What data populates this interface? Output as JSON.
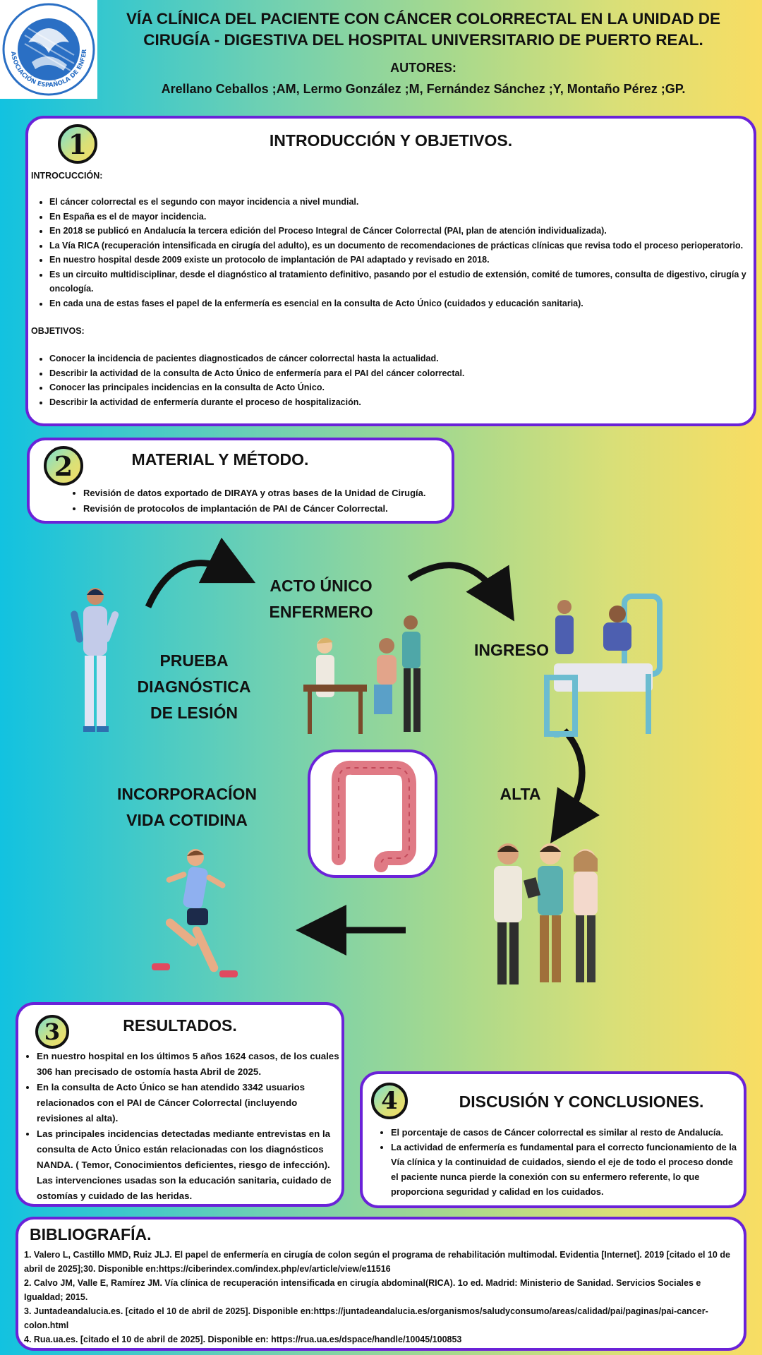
{
  "header": {
    "logo_text": "ASOCIACIÓN ESPAÑOLA DE ENFERMERÍA QUIRÚRGICA",
    "title": "VÍA CLÍNICA DEL PACIENTE CON CÁNCER COLORRECTAL EN LA UNIDAD DE CIRUGÍA - DIGESTIVA DEL HOSPITAL UNIVERSITARIO DE PUERTO REAL.",
    "authors_label": "AUTORES:",
    "authors": "Arellano Ceballos ;AM, Lermo González ;M, Fernández Sánchez ;Y, Montaño Pérez ;GP."
  },
  "intro": {
    "number": "1",
    "title": "INTRODUCCIÓN Y OBJETIVOS.",
    "intro_label": "INTROCUCCIÓN:",
    "intro_items": [
      "El cáncer colorrectal es el segundo con mayor incidencia a nivel mundial.",
      "En España es el de mayor incidencia.",
      "En 2018 se publicó en Andalucía la tercera edición del Proceso Integral de Cáncer Colorrectal (PAI, plan de atención individualizada).",
      "La Vía RICA (recuperación intensificada en cirugía del adulto), es un documento de recomendaciones de prácticas clínicas que revisa todo el proceso perioperatorio.",
      "En nuestro hospital desde 2009 existe un protocolo de implantación de PAI adaptado y revisado en 2018.",
      "Es un circuito multidisciplinar, desde el diagnóstico al tratamiento definitivo, pasando por el estudio de extensión, comité de tumores, consulta de digestivo, cirugía y oncología.",
      "En cada una de estas fases el papel de la enfermería es esencial en la consulta de Acto Único (cuidados y educación sanitaria)."
    ],
    "objectives_label": "OBJETIVOS:",
    "objective_items": [
      "Conocer la incidencia de pacientes diagnosticados de cáncer colorrectal hasta la actualidad.",
      "Describir la actividad de la consulta de Acto Único de enfermería para el PAI del cáncer colorrectal.",
      "Conocer las principales incidencias en la consulta de Acto Único.",
      "Describir la actividad de enfermería durante el proceso de hospitalización."
    ]
  },
  "method": {
    "number": "2",
    "title": "MATERIAL Y MÉTODO.",
    "items": [
      "Revisión de datos exportado de DIRAYA y  otras bases de la Unidad de Cirugía.",
      "Revisión de protocolos de implantación  de PAI de Cáncer Colorrectal."
    ]
  },
  "flow": {
    "prueba": "PRUEBA DIAGNÓSTICA DE LESIÓN",
    "acto": "ACTO ÚNICO ENFERMERO",
    "ingreso": "INGRESO",
    "alta": "ALTA",
    "incorporacion": "INCORPORACÍON VIDA COTIDINA"
  },
  "results": {
    "number": "3",
    "title": "RESULTADOS.",
    "items": [
      "En nuestro hospital en los últimos 5 años 1624 casos, de los cuales 306 han precisado de ostomía hasta Abril de 2025.",
      "En la consulta de Acto Único se han atendido 3342 usuarios relacionados con el PAI de Cáncer Colorrectal   (incluyendo revisiones al alta).",
      "Las principales incidencias detectadas mediante entrevistas en la consulta de Acto Único están relacionadas con los diagnósticos NANDA. ( Temor, Conocimientos deficientes, riesgo de infección). Las intervenciones usadas son la educación sanitaria, cuidado de ostomías y cuidado de las heridas."
    ]
  },
  "discussion": {
    "number": "4",
    "title": "DISCUSIÓN Y CONCLUSIONES.",
    "items": [
      "El porcentaje de casos de Cáncer colorrectal es similar al resto de Andalucía.",
      "La actividad de enfermería es fundamental para el correcto funcionamiento de la Vía clínica y la continuidad de cuidados, siendo el eje de todo el proceso donde el paciente nunca pierde la conexión con su enfermero referente, lo que proporciona seguridad y calidad en los cuidados."
    ]
  },
  "bibliography": {
    "title": "BIBLIOGRAFÍA.",
    "items": [
      "1. Valero L, Castillo MMD, Ruiz JLJ. El papel de enfermería en cirugía de colon según el programa de rehabilitación multimodal. Evidentia [Internet]. 2019 [citado el 10 de abril de 2025];30. Disponible en:https://ciberindex.com/index.php/ev/article/view/e11516",
      "2. Calvo JM, Valle E, Ramírez JM. Vía clínica de recuperación intensificada en cirugía abdominal(RICA). 1o ed. Madrid: Ministerio de Sanidad. Servicios Sociales e Igualdad; 2015.",
      "3. Juntadeandalucia.es. [citado el 10 de abril de 2025]. Disponible en:https://juntadeandalucia.es/organismos/saludyconsumo/areas/calidad/pai/paginas/pai-cancer-colon.html",
      "4. Rua.ua.es. [citado el 10 de abril de 2025]. Disponible en: https://rua.ua.es/dspace/handle/10045/100853"
    ]
  },
  "colors": {
    "accent": "#6a22d8",
    "panel_bg": "#ffffff",
    "logo_blue": "#2a6fc4"
  }
}
